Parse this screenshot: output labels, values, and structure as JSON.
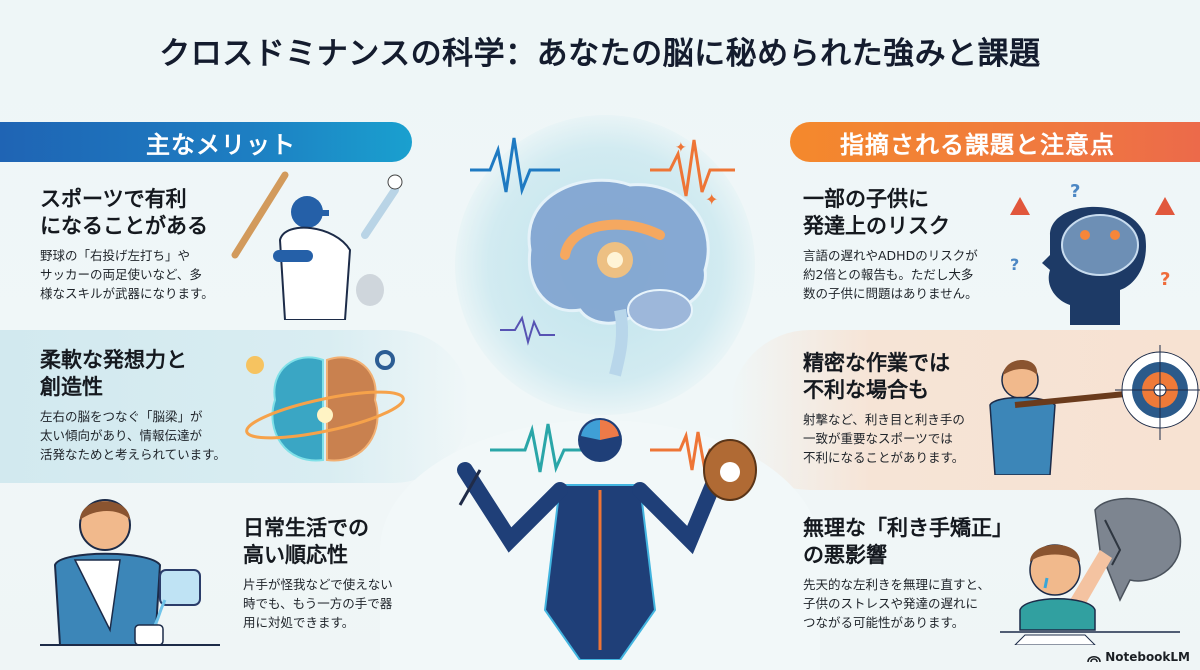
{
  "title": "クロスドミナンスの科学：あなたの脳に秘められた強みと課題",
  "left_section": {
    "header": "主なメリット",
    "color_start": "#1f64b4",
    "color_end": "#1aa0cf",
    "items": [
      {
        "heading_line1": "スポーツで有利",
        "heading_line2": "になることがある",
        "body_line1": "野球の「右投げ左打ち」や",
        "body_line2": "サッカーの両足使いなど、多",
        "body_line3": "様なスキルが武器になります。",
        "illustration": "baseball-batter-illustration"
      },
      {
        "heading_line1": "柔軟な発想力と",
        "heading_line2": "創造性",
        "body_line1": "左右の脳をつなぐ「脳梁」が",
        "body_line2": "太い傾向があり、情報伝達が",
        "body_line3": "活発なためと考えられています。",
        "illustration": "two-hemisphere-brain-illustration"
      },
      {
        "heading_line1": "日常生活での",
        "heading_line2": "高い順応性",
        "body_line1": "片手が怪我などで使えない",
        "body_line2": "時でも、もう一方の手で器",
        "body_line3": "用に対処できます。",
        "illustration": "man-pouring-water-with-sling-illustration"
      }
    ]
  },
  "right_section": {
    "header": "指摘される課題と注意点",
    "color_start": "#f4892c",
    "color_end": "#ec6a4a",
    "items": [
      {
        "heading_line1": "一部の子供に",
        "heading_line2": "発達上のリスク",
        "body_line1": "言語の遅れやADHDのリスクが",
        "body_line2": "約2倍との報告も。ただし大多",
        "body_line3": "数の子供に問題はありません。",
        "illustration": "child-head-brain-warning-illustration"
      },
      {
        "heading_line1": "精密な作業では",
        "heading_line2": "不利な場合も",
        "body_line1": "射撃など、利き目と利き手の",
        "body_line2": "一致が重要なスポーツでは",
        "body_line3": "不利になることがあります。",
        "illustration": "woman-shooting-rifle-target-illustration"
      },
      {
        "heading_line1": "無理な「利き手矯正」",
        "heading_line2": "の悪影響",
        "body_line1": "先天的な左利きを無理に直すと、",
        "body_line2": "子供のストレスや発達の遅れに",
        "body_line3": "つながる可能性があります。",
        "illustration": "crying-child-writing-illustration"
      }
    ]
  },
  "center": {
    "top_illustration": "glowing-brain-corpus-callosum",
    "bottom_illustration": "human-nervous-system-figure-with-pen-and-glove"
  },
  "footer": {
    "brand": "NotebookLM"
  }
}
